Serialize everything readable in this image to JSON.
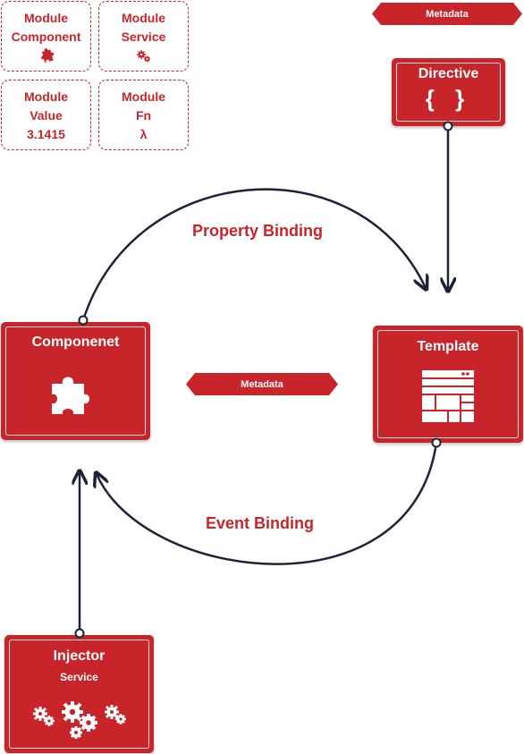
{
  "modules": [
    {
      "line1": "Module",
      "line2": "Component",
      "icon": "puzzle-icon"
    },
    {
      "line1": "Module",
      "line2": "Service",
      "icon": "gears-icon"
    },
    {
      "line1": "Module",
      "line2": "Value",
      "line3": "3.1415"
    },
    {
      "line1": "Module",
      "line2": "Fn",
      "line3": "λ"
    }
  ],
  "banners": {
    "top": "Metadata",
    "middle": "Metadata"
  },
  "nodes": {
    "directive": {
      "title": "Directive",
      "symbol": "{ }",
      "icon": "braces-icon"
    },
    "component": {
      "title": "Componenet",
      "icon": "puzzle-icon"
    },
    "template": {
      "title": "Template",
      "icon": "template-layout-icon"
    },
    "injector": {
      "title": "Injector",
      "subtitle": "Service",
      "icon": "gears-icon"
    }
  },
  "edges": {
    "property_binding": "Property Binding",
    "event_binding": "Event Binding"
  },
  "colors": {
    "brand_red": "#c8252b",
    "line_navy": "#1c2237",
    "white": "#ffffff"
  }
}
